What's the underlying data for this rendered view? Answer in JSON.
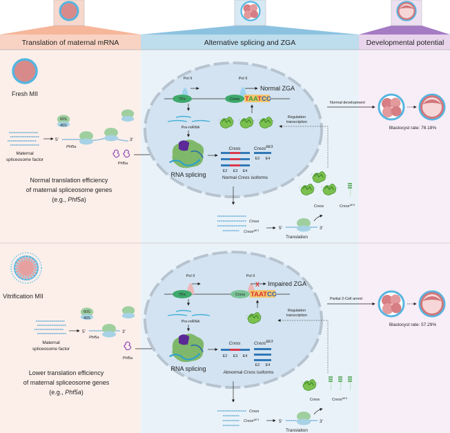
{
  "headers": {
    "left": "Translation of maternal mRNA",
    "middle": "Alternative splicing and ZGA",
    "right": "Developmental potential"
  },
  "colors": {
    "left_bg": "#fcefea",
    "middle_bg": "#e9f2f9",
    "right_bg": "#f8eef7",
    "left_header": "#f8d3c3",
    "middle_header": "#bedded",
    "right_header": "#e8d4eb",
    "nucleus": "#d3e3f1",
    "pol2_normal": "#9fd4ec",
    "pol2_impaired": "#eab8b8",
    "tf_green": "#3fa86b",
    "exon_blue": "#2f78b7",
    "exon3_red": "#d9364a"
  },
  "top": {
    "oocyte_label": "Fresh MII",
    "strands_label_1": "Maternal",
    "strands_label_2": "spliceosome factor",
    "five_prime": "5'",
    "three_prime": "3'",
    "gene": "Phf5a",
    "protein": "Phf5a",
    "ribo_60s": "60S",
    "ribo_40s": "40S",
    "summary_1": "Normal translation efficiency",
    "summary_2": "of maternal spliceosome genes",
    "summary_3_pre": "(e.g., ",
    "summary_3_gene": "Phf5a",
    "summary_3_post": ")",
    "pol2": "Pol II",
    "tfs": "TFs",
    "crxos_tf": "Crxos",
    "motif": [
      "T",
      "A",
      "A",
      "T",
      "C",
      "C"
    ],
    "zga": "Normal ZGA",
    "pre_mrna": "Pre-mRNA",
    "rna_splicing": "RNA splicing",
    "isoform_crxos": "Crxos",
    "isoform_delta": "Crxos",
    "delta_sup": "ΔE3",
    "exons": [
      "E2",
      "E3",
      "E4"
    ],
    "delta_exons": [
      "E2",
      "E4"
    ],
    "isoforms_pre": "Normal ",
    "isoforms_gene": "Crxos",
    "isoforms_post": " isoforms",
    "regulation_1": "Regulation",
    "regulation_2": "transcription",
    "protein_crxos": "Crxos",
    "protein_delta": "Crxos",
    "mrna_crxos": "Crxos",
    "mrna_delta": "Crxos",
    "translation": "Translation",
    "outcome": "Normal development",
    "blastocyst_rate": "Blastocyst rate: 78.18%"
  },
  "bottom": {
    "oocyte_label": "Vitrification MII",
    "strands_label_1": "Maternal",
    "strands_label_2": "spliceosome factor",
    "summary_1": "Lower translation efficiency",
    "summary_2": "of maternal spliceosome genes",
    "summary_3_pre": "(e.g., ",
    "summary_3_gene": "Phf5a",
    "summary_3_post": ")",
    "zga": "Impaired ZGA",
    "blocked_mark": "X",
    "isoforms_pre": "Abnormal ",
    "isoforms_gene": "Crxos",
    "isoforms_post": " isoforms",
    "outcome": "Partial 2-Cell arrest",
    "blastocyst_rate": "Blastocyst rate: 57.29%"
  }
}
